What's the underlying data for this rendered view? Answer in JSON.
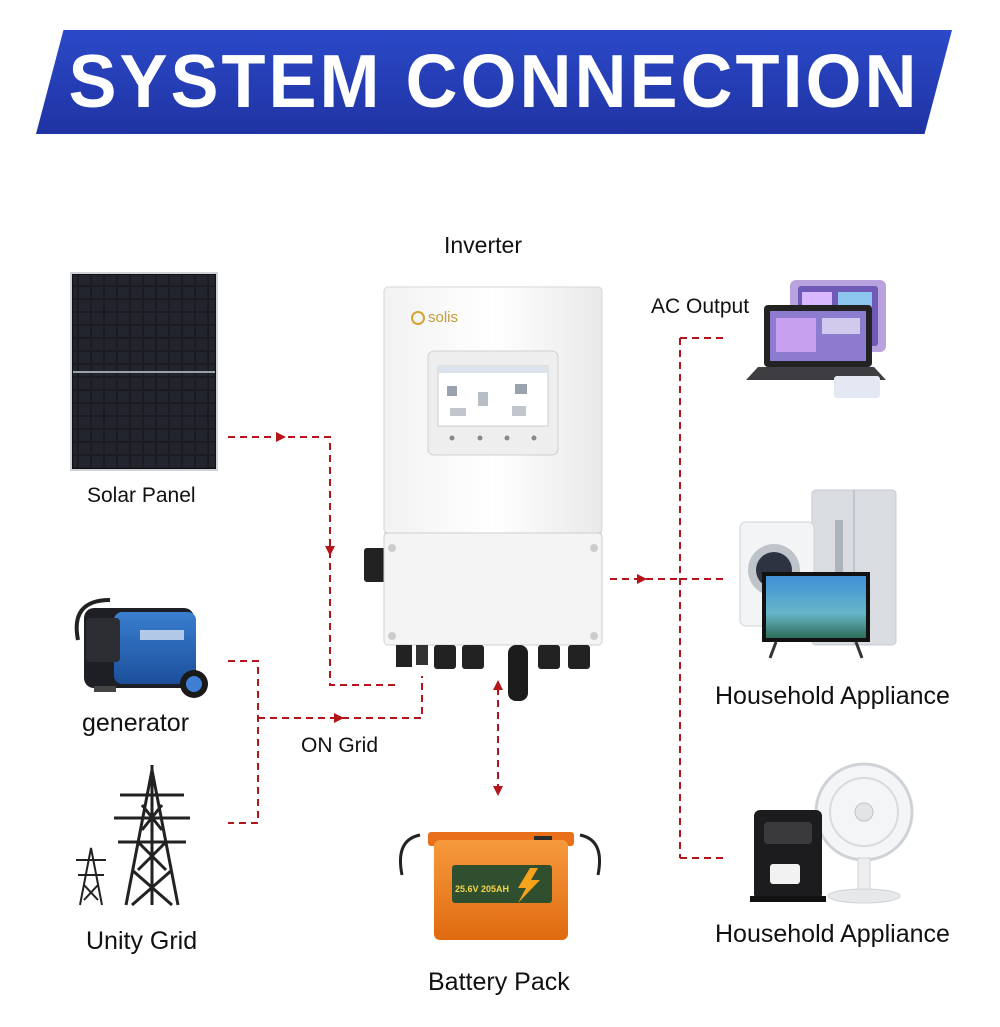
{
  "title": "SYSTEM CONNECTION",
  "nodes": {
    "inverter": {
      "label": "Inverter",
      "brand": "solis"
    },
    "solar_panel": {
      "label": "Solar Panel"
    },
    "generator": {
      "label": "generator"
    },
    "unity_grid": {
      "label": "Unity Grid"
    },
    "on_grid": {
      "label": "ON Grid"
    },
    "ac_output": {
      "label": "AC Output"
    },
    "household_1": {
      "label": "Household Appliance"
    },
    "household_2": {
      "label": "Household Appliance"
    },
    "battery": {
      "label": "Battery Pack",
      "spec": "25.6V 205AH"
    }
  },
  "colors": {
    "banner": "#2440b8",
    "connector": "#b3151b",
    "battery_orange": "#f07a1a",
    "battery_label": "#2f4f2f"
  }
}
